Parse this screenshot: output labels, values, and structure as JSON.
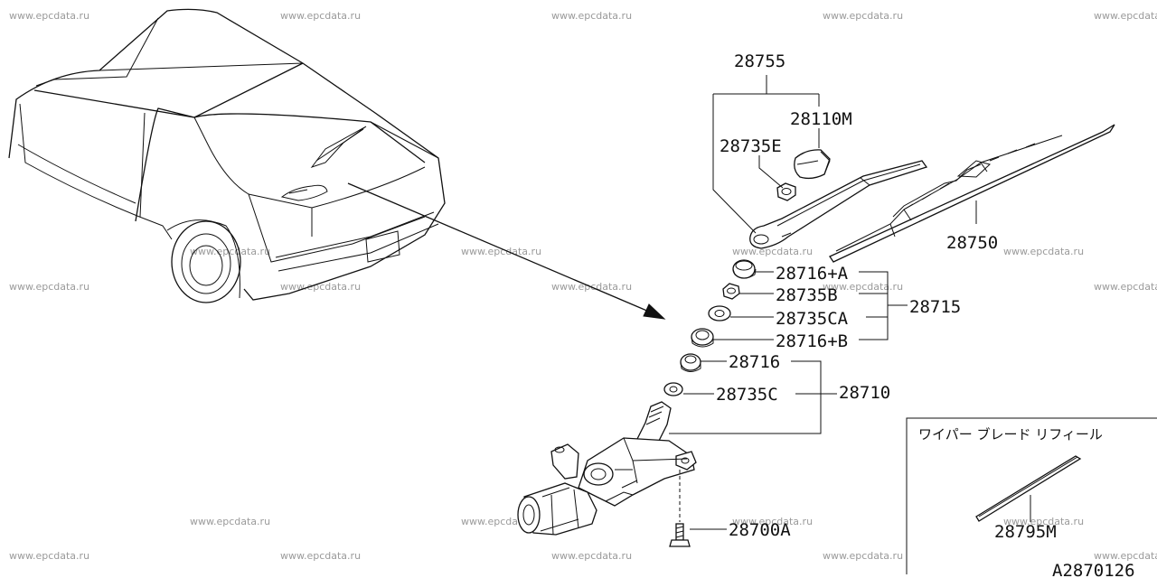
{
  "watermark": "www.epcdata.ru",
  "parts": {
    "arm_assembly": "28755",
    "cap": "28110M",
    "nut_arm": "28735E",
    "blade": "28750",
    "seal_a": "28716+A",
    "nut_b": "28735B",
    "washer_ca": "28735CA",
    "seal_b": "28716+B",
    "kit": "28715",
    "seal": "28716",
    "washer_c": "28735C",
    "motor": "28710",
    "bolt": "28700A"
  },
  "inset": {
    "title": "ワイパー ブレード リフィール",
    "part": "28795M"
  },
  "diagram_id": "A2870126"
}
